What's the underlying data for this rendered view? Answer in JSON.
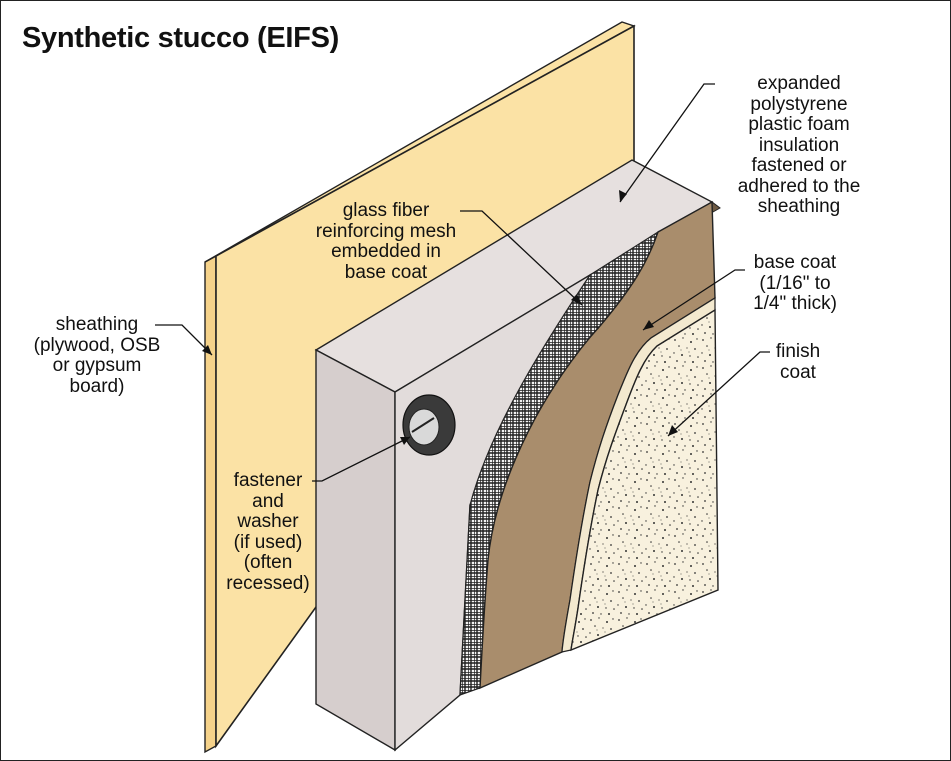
{
  "title": "Synthetic stucco (EIFS)",
  "labels": {
    "eps": [
      "expanded",
      "polystyrene",
      "plastic foam",
      "insulation",
      "fastened or",
      "adhered to the",
      "sheathing"
    ],
    "mesh": [
      "glass fiber",
      "reinforcing mesh",
      "embedded in",
      "base coat"
    ],
    "base": [
      "base coat",
      "(1/16\" to",
      "1/4\" thick)"
    ],
    "finish": [
      "finish",
      "coat"
    ],
    "sheathing": [
      "sheathing",
      "(plywood, OSB",
      "or gypsum",
      "board)"
    ],
    "fastener": [
      "fastener",
      "and",
      "washer",
      "(if used)",
      "(often",
      "recessed)"
    ]
  },
  "colors": {
    "sheathing": "#fbe2a5",
    "sheathing_side": "#f5d28a",
    "foam": "#e2dcdb",
    "foam_side": "#d6cecd",
    "base_coat": "#a98d6c",
    "base_coat_dark": "#6e5a43",
    "finish": "#f8f1de",
    "mesh": "#222222"
  }
}
